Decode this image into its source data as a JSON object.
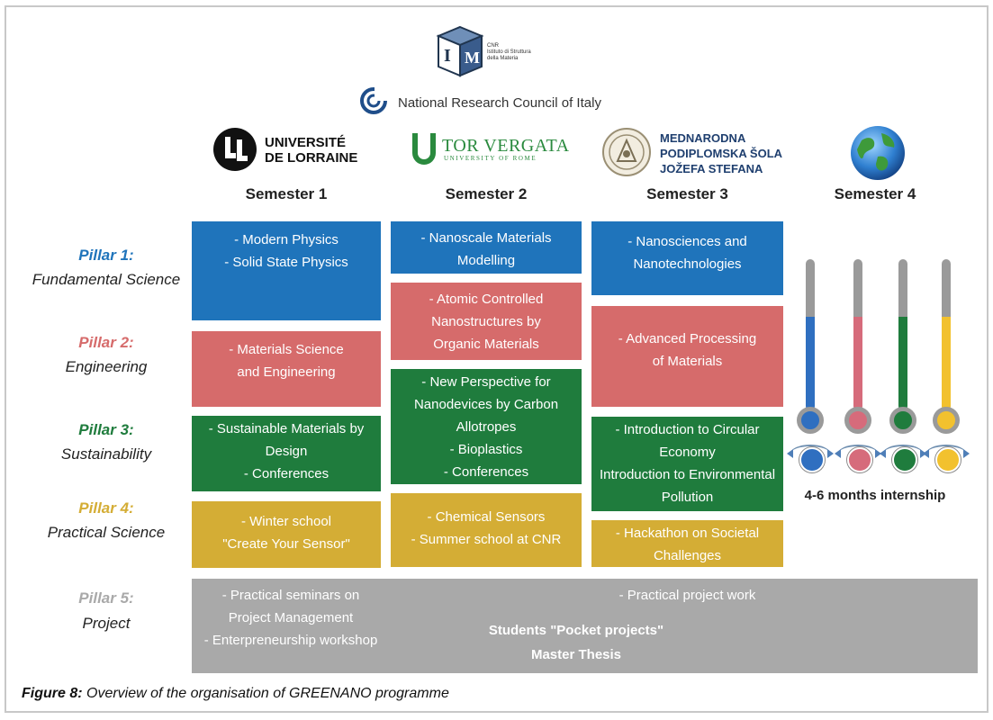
{
  "header": {
    "ism_text_lines": [
      "CNR",
      "Istituto di Struttura",
      "della Materia"
    ],
    "cnr_label": "National Research Council of Italy"
  },
  "universities": {
    "lorraine_lines": [
      "UNIVERSITÉ",
      "DE LORRAINE"
    ],
    "torvergata_name": "TOR VERGATA",
    "torvergata_sub": "UNIVERSITY OF ROME",
    "mps_lines": [
      "MEDNARODNA",
      "PODIPLOMSKA ŠOLA",
      "JOŽEFA STEFANA"
    ]
  },
  "semesters": [
    "Semester 1",
    "Semester 2",
    "Semester 3",
    "Semester 4"
  ],
  "pillars": [
    {
      "title": "Pillar 1:",
      "subtitle": "Fundamental Science",
      "color": "#1f74bb"
    },
    {
      "title": "Pillar 2:",
      "subtitle": "Engineering",
      "color": "#d66b6b"
    },
    {
      "title": "Pillar 3:",
      "subtitle": "Sustainability",
      "color": "#1f7c3d"
    },
    {
      "title": "Pillar 4:",
      "subtitle": "Practical Science",
      "color": "#d4ad35"
    },
    {
      "title": "Pillar 5:",
      "subtitle": "Project",
      "color": "#a9a9a9"
    }
  ],
  "cells": {
    "s1p1": [
      "- Modern Physics",
      "- Solid State Physics"
    ],
    "s1p2": [
      "- Materials Science",
      "and Engineering"
    ],
    "s1p3": [
      "- Sustainable Materials by",
      "Design",
      "- Conferences"
    ],
    "s1p4": [
      "- Winter school",
      "\"Create Your Sensor\""
    ],
    "s2p1": [
      "- Nanoscale Materials",
      "Modelling"
    ],
    "s2p2": [
      "- Atomic Controlled",
      "Nanostructures by",
      "Organic Materials"
    ],
    "s2p3": [
      "- New Perspective for",
      "Nanodevices by Carbon",
      "Allotropes",
      "- Bioplastics",
      "- Conferences"
    ],
    "s2p4": [
      "- Chemical Sensors",
      "- Summer school at CNR"
    ],
    "s3p1": [
      "- Nanosciences and",
      "Nanotechnologies"
    ],
    "s3p2": [
      "- Advanced Processing",
      "of Materials"
    ],
    "s3p3": [
      "- Introduction to Circular",
      "Economy",
      "Introduction to Environmental",
      "Pollution"
    ],
    "s3p4": [
      "- Hackathon on Societal",
      "Challenges"
    ]
  },
  "project_row": {
    "left_lines": [
      "- Practical seminars on",
      "Project Management",
      "- Enterpreneurship workshop"
    ],
    "right_line": "- Practical project work",
    "bold_lines": [
      "Students \"Pocket projects\"",
      "Master Thesis"
    ]
  },
  "internship_label": "4-6 months internship",
  "thermometers": [
    {
      "color": "#2f6fc0",
      "level": 0.62
    },
    {
      "color": "#d66b7b",
      "level": 0.62
    },
    {
      "color": "#1f7c3d",
      "level": 0.62
    },
    {
      "color": "#f2c12e",
      "level": 0.62
    }
  ],
  "caption": {
    "label": "Figure 8:",
    "text": " Overview of the organisation of GREENANO programme"
  },
  "icons": [
    "ism-logo-icon",
    "cnr-logo-icon",
    "lorraine-logo-icon",
    "torvergata-logo-icon",
    "mps-seal-icon",
    "globe-icon",
    "thermometer-icon"
  ]
}
